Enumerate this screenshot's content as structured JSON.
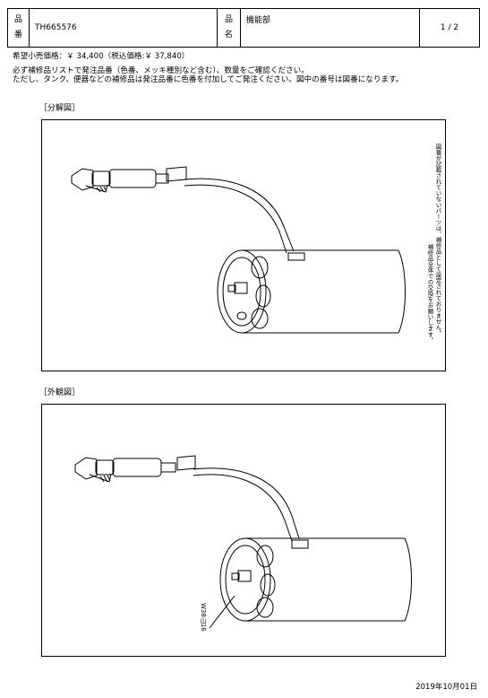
{
  "header": {
    "part_no_label_top": "品",
    "part_no_label_bottom": "番",
    "part_no": "TH665576",
    "name_label_top": "品",
    "name_label_bottom": "名",
    "name": "機能部",
    "page": "1 / 2"
  },
  "price_line": "希望小売価格：￥ 34,400（税込価格:￥ 37,840）",
  "notes": [
    "必ず補修品リストで発注品番（色番、メッキ種別など含む）、数量をご確認ください。",
    "ただし、タンク、便器などの補修品は発注品番に色番を付加してご発注ください。図中の番号は図番になります。"
  ],
  "exploded": {
    "title": "［分解図］",
    "side_note_1": "図番が記載されていないパーツは、補修品として設定されておりません。",
    "side_note_2": "補修品全体での交換をお願いします。"
  },
  "external": {
    "title": "［外観図］",
    "callout": "W38山16"
  },
  "footer_date": "2019年10月01日"
}
